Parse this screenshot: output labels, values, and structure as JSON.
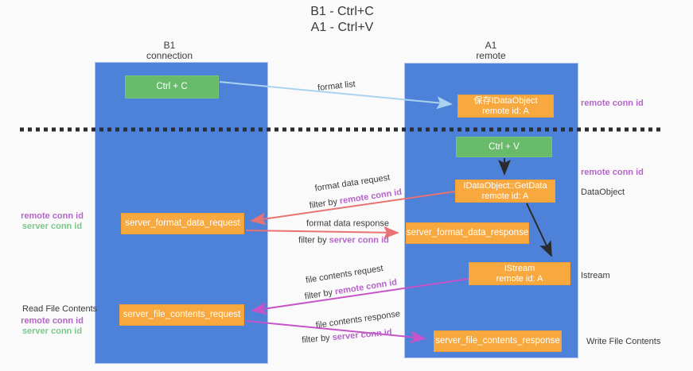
{
  "title": {
    "line1": "B1 - Ctrl+C",
    "line2": "A1 - Ctrl+V"
  },
  "lifelines": {
    "left": {
      "name": "B1",
      "role": "connection"
    },
    "right": {
      "name": "A1",
      "role": "remote"
    }
  },
  "boxes": {
    "ctrl_c": {
      "label": "Ctrl + C"
    },
    "store_dataobject": {
      "line1": "保存IDataObject",
      "line2": "remote id: A"
    },
    "ctrl_v": {
      "label": "Ctrl + V"
    },
    "getdata": {
      "line1": "IDataObject::GetData",
      "line2": "remote id: A"
    },
    "format_request": {
      "label": "server_format_data_request"
    },
    "format_response": {
      "label": "server_format_data_response"
    },
    "istream": {
      "line1": "IStream",
      "line2": "remote id: A"
    },
    "file_request": {
      "label": "server_file_contents_request"
    },
    "file_response": {
      "label": "server_file_contents_response"
    }
  },
  "flow_labels": {
    "format_list": "format list",
    "format_data_request": "format data request",
    "format_data_response": "format data response",
    "file_contents_request": "file contents request",
    "file_contents_response": "file contents response",
    "filter_by": "filter by ",
    "remote_conn_id": "remote conn id",
    "server_conn_id": "server conn id"
  },
  "side_labels": {
    "left": {
      "remote_conn_id": "remote conn id",
      "server_conn_id": "server conn id",
      "read_file_contents": "Read File Contents"
    },
    "right": {
      "remote_conn_id": "remote conn id",
      "dataobject": "DataObject",
      "istream": "Istream",
      "write_file_contents": "Write File Contents"
    }
  },
  "colors": {
    "lifeline_fill": "#4d82d8",
    "action_green": "#67bb69",
    "message_orange": "#f7a83e",
    "arrow_blue": "#a9d3ef",
    "arrow_red": "#e87373",
    "arrow_magenta": "#c653c9",
    "arrow_black": "#2b2b2b",
    "label_purple": "#b564c9",
    "label_green": "#7bc88a",
    "text_dark": "#3b3b3b",
    "background": "#fafafa"
  }
}
